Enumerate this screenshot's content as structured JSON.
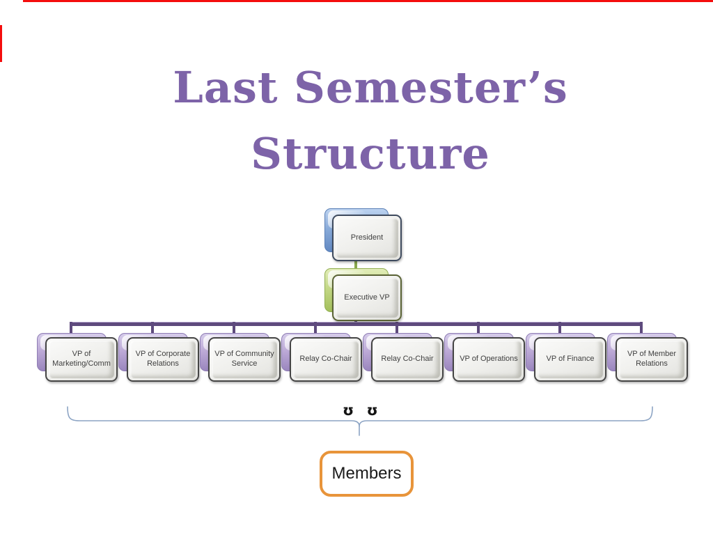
{
  "title": {
    "line1": "Last Semester’s",
    "line2": "Structure",
    "color": "#7d63a8"
  },
  "org_chart": {
    "root": {
      "label": "President",
      "accent_color": "#6289c2"
    },
    "secondary": {
      "label": "Executive VP",
      "accent_color": "#a3bf5b"
    },
    "children": [
      {
        "label": "VP of Marketing/Comm"
      },
      {
        "label": "VP of Corporate Relations"
      },
      {
        "label": "VP of Community Service"
      },
      {
        "label": "Relay Co-Chair"
      },
      {
        "label": "Relay Co-Chair"
      },
      {
        "label": "VP of Operations"
      },
      {
        "label": "VP of Finance"
      },
      {
        "label": "VP of Member Relations"
      }
    ],
    "connector_color": "#5e4a7d",
    "root_connector_color": "#89a84e",
    "child_accent_color": "#bca9d6"
  },
  "clipped_glyphs": "ʊ ʊ",
  "brace": {
    "color": "#8ca4c4"
  },
  "members_box": {
    "label": "Members",
    "border_color": "#e8943a"
  },
  "annotations": {
    "color": "#f40d0d"
  }
}
